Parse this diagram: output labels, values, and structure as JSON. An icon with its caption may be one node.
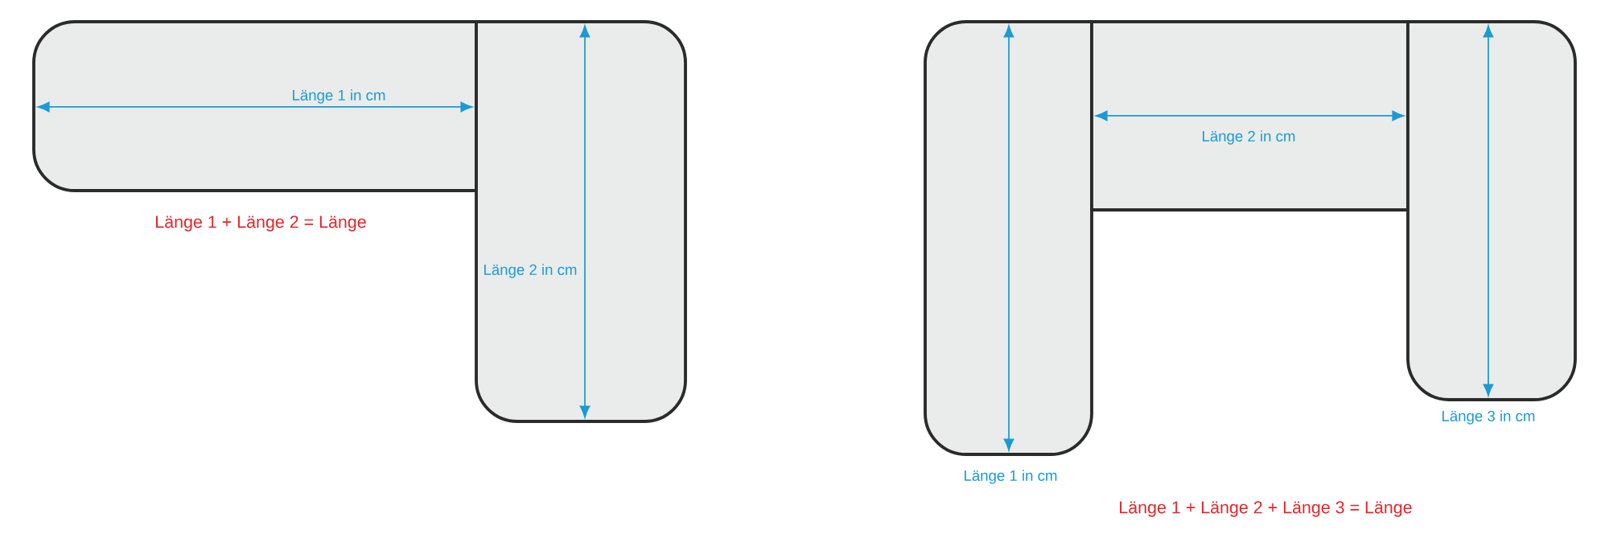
{
  "diagram": {
    "nodes": [
      {
        "text": [
          "Länge 1 in cm"
        ]
      },
      {
        "text": [
          "Länge 2 in cm"
        ]
      },
      {
        "text": [
          "Länge 1 in cm"
        ]
      },
      {
        "text": [
          "Länge 2 in cm"
        ]
      },
      {
        "text": [
          "Länge 3 in cm"
        ]
      }
    ],
    "labels": [
      "Länge 1 + Länge 2 = Länge",
      "Länge 1 + Länge 2 + Länge 3 = Länge"
    ]
  }
}
